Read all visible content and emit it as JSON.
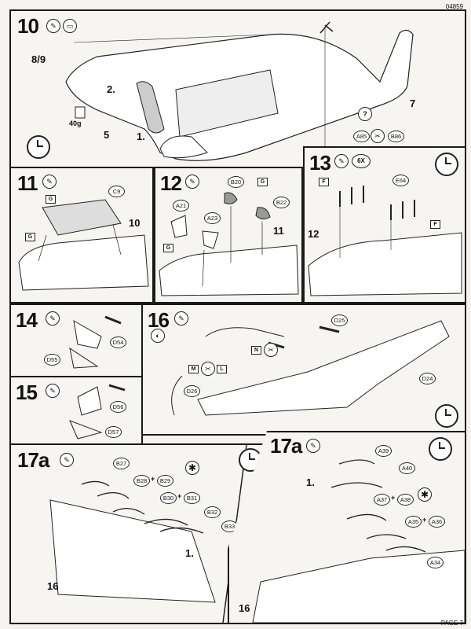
{
  "code": "04859",
  "page": "PAGE 7",
  "step10": {
    "num": "10",
    "labels": [
      "8/9",
      "2.",
      "5",
      "1.",
      "7"
    ],
    "weight": "40g",
    "parts": [
      "A85",
      "B86"
    ],
    "q": "?"
  },
  "step11": {
    "num": "11",
    "part": "C9",
    "tag": "G",
    "ref": "10"
  },
  "step12": {
    "num": "12",
    "parts": [
      "A21",
      "A23",
      "B20",
      "B22"
    ],
    "tag": "G",
    "ref": "11"
  },
  "step13": {
    "num": "13",
    "mult": "6X",
    "part": "E64",
    "tag": "F",
    "ref": "12"
  },
  "step14": {
    "num": "14",
    "parts": [
      "D54",
      "D55"
    ]
  },
  "step15": {
    "num": "15",
    "parts": [
      "D56",
      "D57"
    ]
  },
  "step16": {
    "num": "16",
    "parts": [
      "D25",
      "D24",
      "D26"
    ],
    "tags": [
      "N",
      "M",
      "L"
    ]
  },
  "step17a_left": {
    "num": "17a",
    "parts": [
      "B27",
      "B28",
      "B29",
      "B30",
      "B31",
      "B32",
      "B33"
    ],
    "plus": "+",
    "note": "1.",
    "ref": "16"
  },
  "step17a_right": {
    "num": "17a",
    "parts": [
      "A39",
      "A40",
      "A37",
      "A38",
      "A35",
      "A36",
      "A34"
    ],
    "plus": "+",
    "note": "1.",
    "ref": "16"
  }
}
